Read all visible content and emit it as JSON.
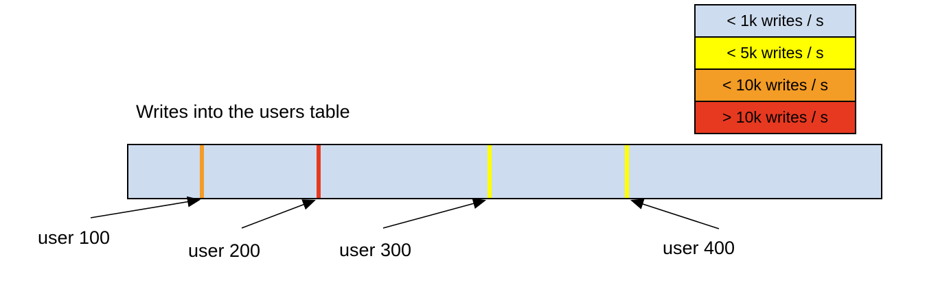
{
  "title": "Writes into the users table",
  "legend": {
    "items": [
      {
        "label": "< 1k writes / s",
        "color": "#cedcef"
      },
      {
        "label": "< 5k writes / s",
        "color": "#ffff00"
      },
      {
        "label": "< 10k writes / s",
        "color": "#f39c26"
      },
      {
        "label": "> 10k writes / s",
        "color": "#e73920"
      }
    ]
  },
  "bar": {
    "fill": "#cedcef",
    "border_color": "#000000",
    "markers": [
      {
        "user": "user 100",
        "rate": "< 10k writes / s",
        "color": "#f39c26",
        "position_pct": 9.8
      },
      {
        "user": "user 200",
        "rate": "> 10k writes / s",
        "color": "#e73920",
        "position_pct": 25.3
      },
      {
        "user": "user 300",
        "rate": "< 5k writes / s",
        "color": "#ffff00",
        "position_pct": 48.0
      },
      {
        "user": "user 400",
        "rate": "< 5k writes / s",
        "color": "#ffff00",
        "position_pct": 66.2
      }
    ]
  }
}
